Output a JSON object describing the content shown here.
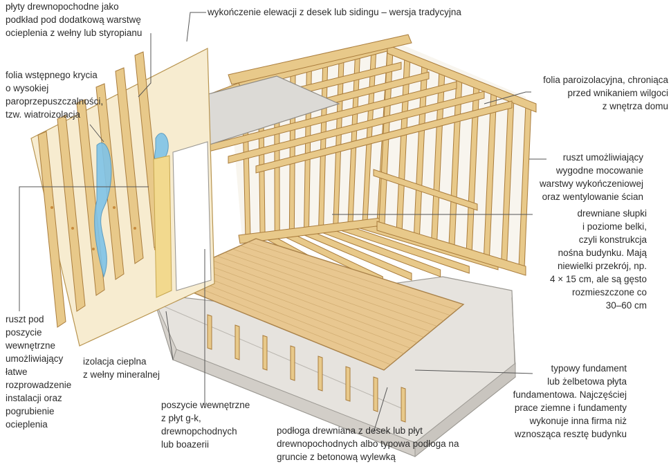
{
  "labels": {
    "plyty": "płyty drewnopochodne jako\npodkład pod dodatkową warstwę\nocieplenia z wełny lub styropianu",
    "elewacja": "wykończenie elewacji z desek lub sidingu – wersja tradycyjna",
    "folia_wstepnego": "folia wstępnego krycia\no wysokiej\nparoprzepuszczalności,\ntzw. wiatroizolacja",
    "folia_paro": "folia paroizolacyjna, chroniąca\nprzed wnikaniem wilgoci\nz wnętrza domu",
    "ruszt_umozliwiajacy": "ruszt umożliwiający\nwygodne mocowanie\nwarstwy wykończeniowej\noraz wentylowanie ścian",
    "slupki": "drewniane słupki\ni poziome belki,\nczyli konstrukcja\nnośna budynku. Mają\nniewielki przekrój, np.\n4 × 15 cm, ale są gęsto\nrozmieszczone co\n30–60 cm",
    "ruszt_pod": "ruszt pod\nposzycie\nwewnętrzne\numożliwiający\nłatwe\nrozprowadzenie\ninstalacji oraz\npogrubienie\nocieplenia",
    "izolacja": "izolacja cieplna\nz wełny mineralnej",
    "poszycie": "poszycie wewnętrzne\nz płyt g-k,\ndrewnopchodnych\nlub boazerii",
    "podloga": "podłoga drewniana z desek lub płyt\ndrewnopochodnych albo typowa podłoga na\ngruncie z betonową wylewką",
    "fundament": "typowy fundament\nlub żelbetowa płyta\nfundamentowa. Najczęściej\nprace ziemne i fundamenty\nwykonuje inna firma niż\nwznosząca resztę budynku"
  },
  "colors": {
    "timber": "#e8c98a",
    "timber_edge": "#a97c3c",
    "insulation": "#f2d98e",
    "foil_blue": "#7fc3e8",
    "floor": "#e6c48c",
    "foundation": "#e4e1dc",
    "leader": "#555555"
  }
}
